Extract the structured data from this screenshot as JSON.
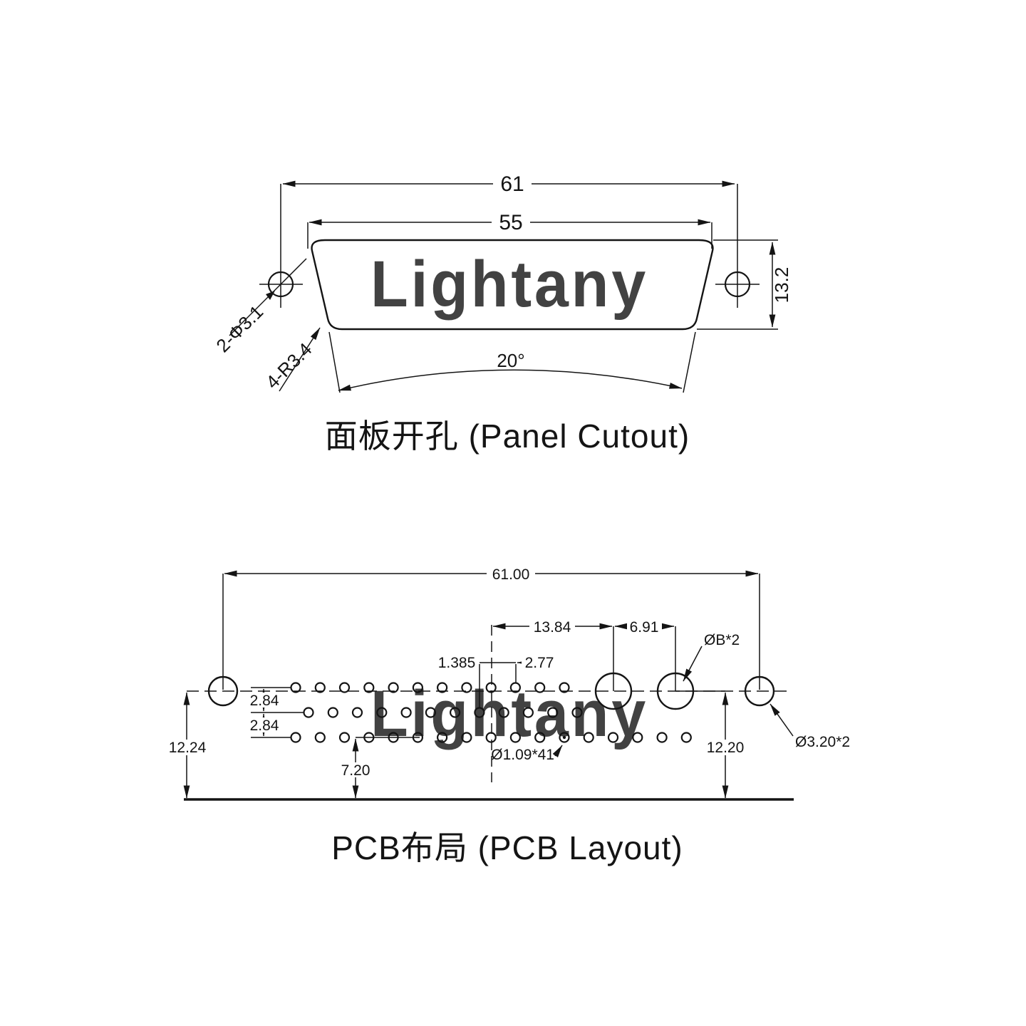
{
  "watermark": {
    "text": "Lightany",
    "color": "#f7d2d2"
  },
  "panel": {
    "title": "面板开孔 (Panel Cutout)",
    "dim_width_outer": "61",
    "dim_width_inner": "55",
    "dim_height": "13.2",
    "label_mount_holes": "2-Φ3.1",
    "label_corner_radius": "4-R3.4",
    "label_angle": "20°"
  },
  "pcb": {
    "title": "PCB布局 (PCB Layout)",
    "dim_width_outer": "61.00",
    "dim_center_to_power": "13.84",
    "dim_power_pitch": "6.91",
    "dim_half_pitch": "1.385",
    "dim_pin_pitch": "2.77",
    "dim_row_gap_1": "2.84",
    "dim_row_gap_2": "2.84",
    "dim_left_height": "12.24",
    "dim_right_height": "12.20",
    "dim_bottom_offset": "7.20",
    "label_power_holes": "ØB*2",
    "label_mount_holes": "Ø3.20*2",
    "label_signal_holes": "Ø1.09*41"
  }
}
